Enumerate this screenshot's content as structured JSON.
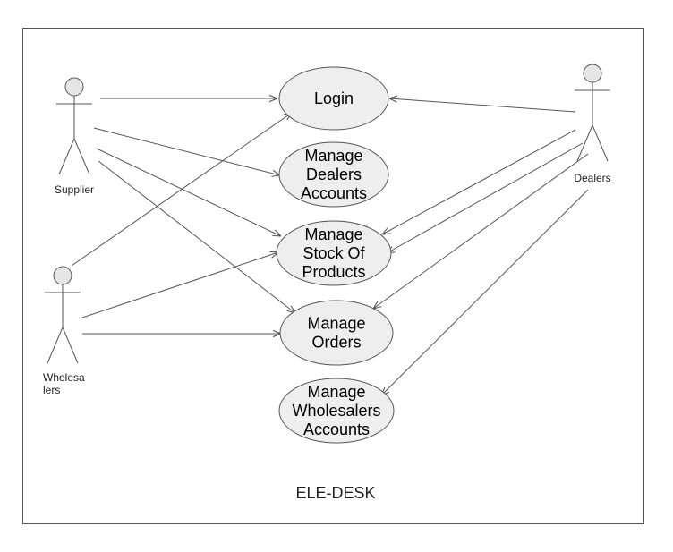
{
  "system": {
    "name": "ELE-DESK",
    "border_color": "#555555"
  },
  "colors": {
    "usecase_fill": "#eeeeee",
    "actor_head_fill": "#e6e6e6",
    "line": "#555555"
  },
  "actors": [
    {
      "id": "supplier",
      "lines": [
        "Supplier"
      ]
    },
    {
      "id": "dealers",
      "lines": [
        "Dealers"
      ]
    },
    {
      "id": "wholesalers",
      "lines": [
        "Wholesa",
        "lers"
      ]
    }
  ],
  "usecases": [
    {
      "id": "login",
      "lines": [
        "Login"
      ]
    },
    {
      "id": "dealers-accounts",
      "lines": [
        "Manage",
        "Dealers",
        "Accounts"
      ]
    },
    {
      "id": "stock",
      "lines": [
        "Manage",
        "Stock Of",
        "Products"
      ]
    },
    {
      "id": "orders",
      "lines": [
        "Manage",
        "Orders"
      ]
    },
    {
      "id": "wholesalers-accounts",
      "lines": [
        "Manage",
        "Wholesalers",
        "Accounts"
      ]
    }
  ],
  "associations": [
    {
      "from": "supplier",
      "to": "login"
    },
    {
      "from": "supplier",
      "to": "dealers-accounts"
    },
    {
      "from": "supplier",
      "to": "stock"
    },
    {
      "from": "supplier",
      "to": "orders"
    },
    {
      "from": "wholesalers",
      "to": "login"
    },
    {
      "from": "wholesalers",
      "to": "stock"
    },
    {
      "from": "wholesalers",
      "to": "orders"
    },
    {
      "from": "dealers",
      "to": "login"
    },
    {
      "from": "dealers",
      "to": "stock"
    },
    {
      "from": "dealers",
      "to": "stock"
    },
    {
      "from": "dealers",
      "to": "orders"
    },
    {
      "from": "dealers",
      "to": "wholesalers-accounts"
    }
  ]
}
